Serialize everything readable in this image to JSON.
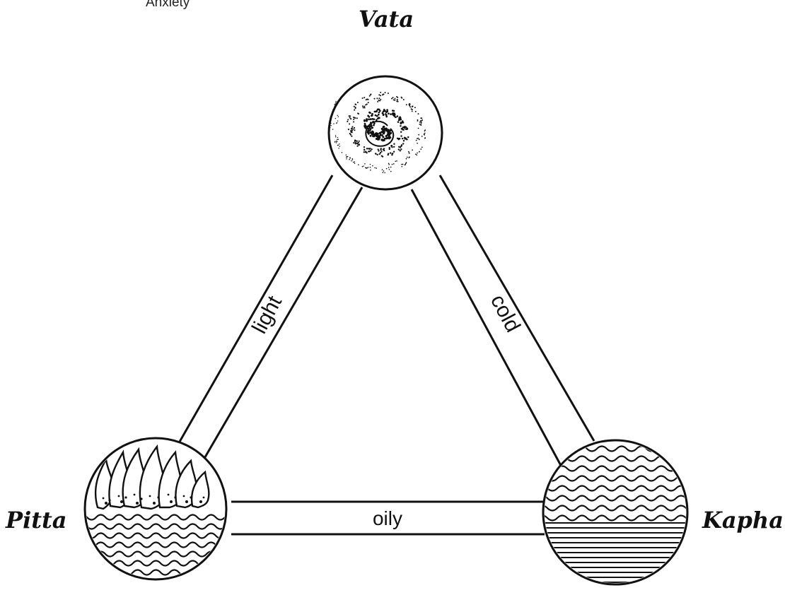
{
  "corner_text": "Anxiety",
  "doshas": {
    "vata": "Vata",
    "pitta": "Pitta",
    "kapha": "Kapha"
  },
  "qualities": {
    "left": "light",
    "right": "cold",
    "bottom": "oily"
  },
  "ink_color": "#111111"
}
